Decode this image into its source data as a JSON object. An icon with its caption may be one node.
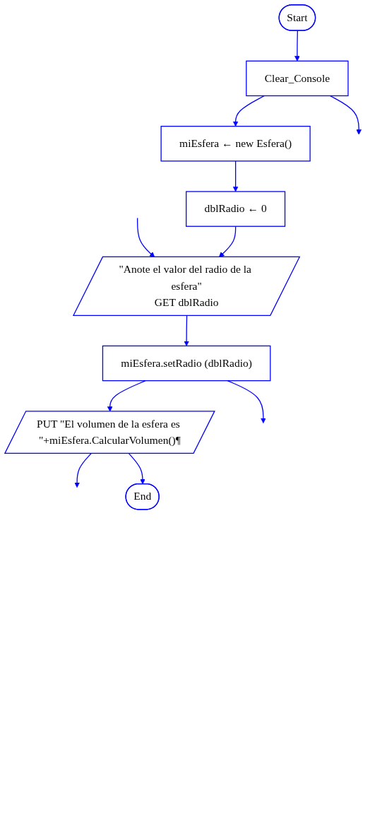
{
  "diagram": {
    "nodes": [
      {
        "text": [
          "Start"
        ]
      },
      {
        "text": [
          "Clear_Console"
        ]
      },
      {
        "text": [
          "miEsfera ← new Esfera()"
        ]
      },
      {
        "text": [
          "dblRadio ← 0"
        ]
      },
      {
        "text": [
          "\"Anote el valor del radio de la esfera\"",
          "GET dblRadio"
        ]
      },
      {
        "text": [
          "miEsfera.setRadio (dblRadio)"
        ]
      },
      {
        "text": [
          "PUT \"El volumen de la esfera es \"+miEsfera.CalcularVolumen()¶"
        ]
      },
      {
        "text": [
          "End"
        ]
      }
    ],
    "edges": [
      {
        "from": 0,
        "to": 1,
        "arrow": "to"
      },
      {
        "from": 1,
        "to": null,
        "arrow": "to"
      },
      {
        "from": 1,
        "to": 2,
        "arrow": "to"
      },
      {
        "from": 2,
        "to": 3,
        "arrow": "to"
      },
      {
        "from": null,
        "to": 4,
        "arrow": "to"
      },
      {
        "from": 3,
        "to": 4,
        "arrow": "to"
      },
      {
        "from": 4,
        "to": 5,
        "arrow": "to"
      },
      {
        "from": 5,
        "to": null,
        "arrow": "to"
      },
      {
        "from": 5,
        "to": 6,
        "arrow": "to"
      },
      {
        "from": 6,
        "to": null,
        "arrow": "to"
      },
      {
        "from": 6,
        "to": 7,
        "arrow": "to"
      }
    ]
  }
}
